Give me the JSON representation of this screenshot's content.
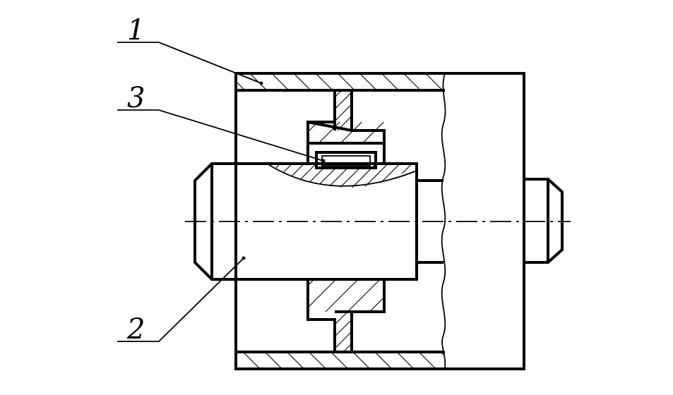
{
  "diagram": {
    "callouts": [
      {
        "id": "housing",
        "label": "1"
      },
      {
        "id": "key",
        "label": "3"
      },
      {
        "id": "shaft",
        "label": "2"
      }
    ]
  }
}
